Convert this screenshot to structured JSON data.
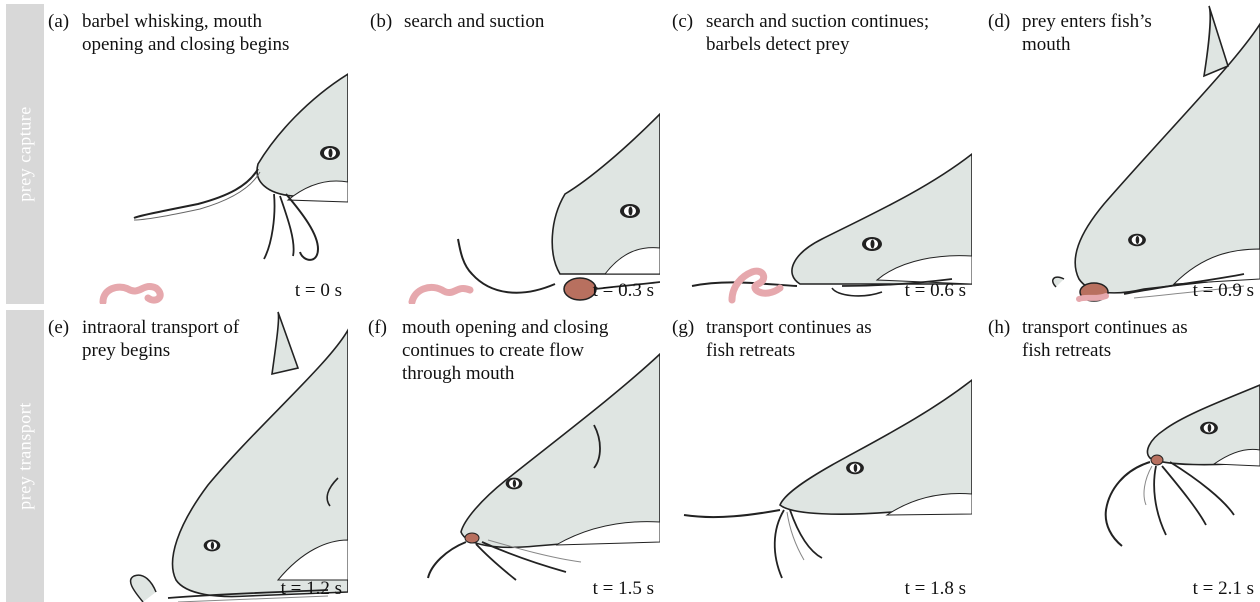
{
  "row_labels": {
    "capture": "prey capture",
    "transport": "prey transport"
  },
  "panels": [
    {
      "letter": "(a)",
      "text": "barbel whisking, mouth\nopening and closing begins",
      "time": "t = 0 s"
    },
    {
      "letter": "(b)",
      "text": "search and suction",
      "time": "t = 0.3 s"
    },
    {
      "letter": "(c)",
      "text": "search and suction continues;\nbarbels detect prey",
      "time": "t = 0.6 s"
    },
    {
      "letter": "(d)",
      "text": "prey enters fish’s\nmouth",
      "time": "t = 0.9 s"
    },
    {
      "letter": "(e)",
      "text": "intraoral transport of\nprey begins",
      "time": "t = 1.2 s"
    },
    {
      "letter": "(f)",
      "text": "mouth opening and closing\ncontinues to create flow\nthrough mouth",
      "time": "t = 1.5 s"
    },
    {
      "letter": "(g)",
      "text": "transport continues as\nfish retreats",
      "time": "t = 1.8 s"
    },
    {
      "letter": "(h)",
      "text": "transport continues as\nfish retreats",
      "time": "t = 2.1 s"
    }
  ],
  "colors": {
    "fish_body": "#dfe5e2",
    "fish_belly": "#ffffff",
    "fish_line": "#222222",
    "prey": "#e6a8ad",
    "prey_outline": "#c77a82",
    "mouth": "#b8705f",
    "row_label_bg": "#d8d8d8"
  }
}
